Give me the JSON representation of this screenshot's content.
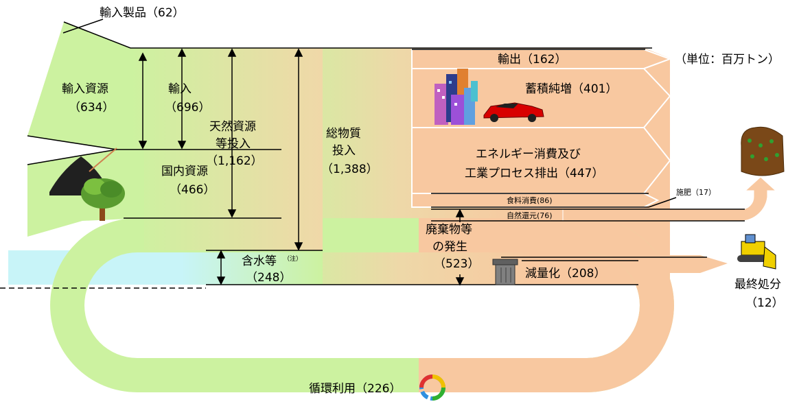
{
  "unit_note": "（単位：百万トン）",
  "colors": {
    "input_green": "#ccf2a0",
    "output_salmon": "#f8c8a0",
    "water_blue": "#c8f4f8"
  },
  "icons": [
    "buildings-icon",
    "sports-car-icon",
    "mine-pile-icon",
    "tree-icon",
    "farmland-icon",
    "bulldozer-icon",
    "trash-can-icon",
    "recycle-arrows-icon"
  ],
  "labels": {
    "imported_products": "輸入製品（62）",
    "import_resources": "輸入資源",
    "import_resources_val": "（634）",
    "imports": "輸入",
    "imports_val": "（696）",
    "domestic": "国内資源",
    "domestic_val": "（466）",
    "natural_1": "天然資源",
    "natural_2": "等投入",
    "natural_3": "（1,162）",
    "total_1": "総物質",
    "total_2": "投入",
    "total_3": "（1,388）",
    "water": "含水等",
    "water_note": "（注）",
    "water_val": "（248）",
    "exports": "輸出（162）",
    "accumulation": "蓄積純増（401）",
    "energy_1": "エネルギー消費及び",
    "energy_2": "工業プロセス排出（447）",
    "food": "食料消費(86)",
    "fertilizer": "施肥（17）",
    "natural_return": "自然還元(76)",
    "waste_1": "廃棄物等",
    "waste_2": "の発生",
    "waste_3": "（523）",
    "reduction": "減量化（208）",
    "final_1": "最終処分",
    "final_2": "（12）",
    "recycle": "循環利用（226）"
  }
}
